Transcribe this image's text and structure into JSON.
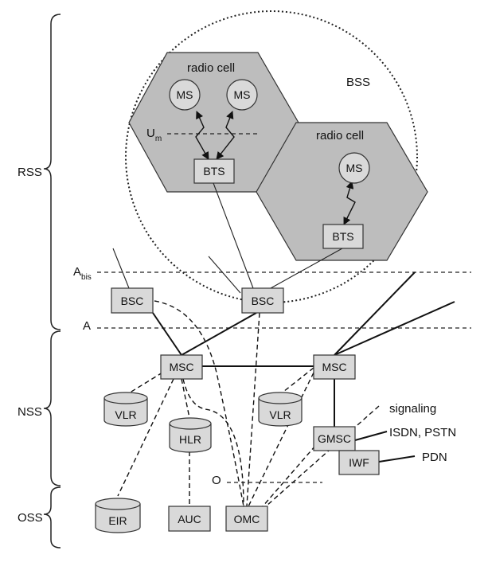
{
  "colors": {
    "cell_fill": "#bdbdbd",
    "node_fill": "#d9d9d9",
    "stroke": "#222222"
  },
  "braces": {
    "rss": "RSS",
    "nss": "NSS",
    "oss": "OSS"
  },
  "interfaces": {
    "um_main": "U",
    "um_sub": "m",
    "abis_main": "A",
    "abis_sub": "bis",
    "a": "A",
    "o": "O"
  },
  "regions": {
    "bss": "BSS",
    "radio_cell_1": "radio cell",
    "radio_cell_2": "radio cell"
  },
  "nodes": {
    "ms1": "MS",
    "ms2": "MS",
    "ms3": "MS",
    "bts1": "BTS",
    "bts2": "BTS",
    "bsc1": "BSC",
    "bsc2": "BSC",
    "msc1": "MSC",
    "msc2": "MSC",
    "vlr1": "VLR",
    "vlr2": "VLR",
    "hlr": "HLR",
    "gmsc": "GMSC",
    "iwf": "IWF",
    "eir": "EIR",
    "auc": "AUC",
    "omc": "OMC"
  },
  "external": {
    "signaling": "signaling",
    "isdn_pstn": "ISDN, PSTN",
    "pdn": "PDN"
  }
}
